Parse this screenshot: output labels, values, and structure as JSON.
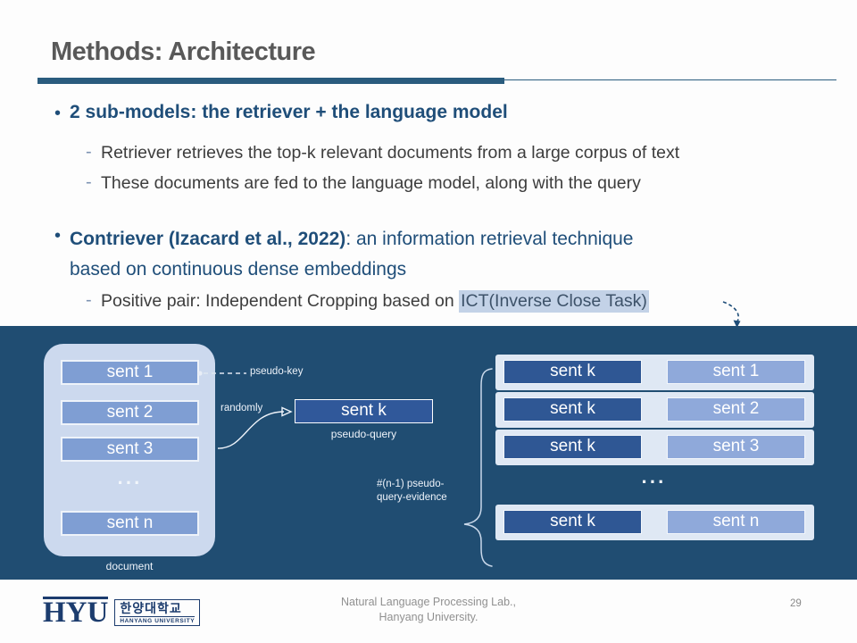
{
  "slide": {
    "title": "Methods: Architecture",
    "page_number": "29",
    "footer_line1": "Natural Language Processing  Lab.,",
    "footer_line2": "Hanyang University.",
    "logo": {
      "acronym": "HYU",
      "korean": "한양대학교",
      "english": "HANYANG UNIVERSITY"
    }
  },
  "bullets": {
    "b1": "2 sub-models: the retriever + the language model",
    "b1_sub1": "Retriever retrieves the top-k relevant documents from a large corpus of text",
    "b1_sub2": "These documents are fed to the language model, along with the query",
    "b2_bold": "Contriever (Izacard et al., 2022)",
    "b2_rest_line1": ": an information retrieval technique",
    "b2_line2": "based on continuous dense embeddings",
    "b3_prefix": "Positive pair: Independent Cropping based on ",
    "b3_highlight": "ICT(Inverse Close Task)",
    "dot": "•",
    "dash": "-"
  },
  "diagram": {
    "document_label": "document",
    "doc_sentences": [
      "sent 1",
      "sent 2",
      "sent 3",
      "sent n"
    ],
    "ellipsis": "···",
    "pseudo_key_label": "pseudo-key",
    "randomly_label": "randomly",
    "pseudo_query_box": "sent k",
    "pseudo_query_label": "pseudo-query",
    "evidence_label_line1": "#(n-1) pseudo-",
    "evidence_label_line2": "query-evidence",
    "pairs": [
      {
        "left": "sent k",
        "right": "sent 1"
      },
      {
        "left": "sent k",
        "right": "sent 2"
      },
      {
        "left": "sent k",
        "right": "sent 3"
      },
      {
        "left": "sent k",
        "right": "sent n"
      }
    ]
  },
  "colors": {
    "panel_bg": "#204d72",
    "accent_bar": "#2a5c7e",
    "title_gray": "#595959",
    "text_blue": "#1f4e79",
    "dark_box": "#2f5794",
    "light_box": "#8fa9da",
    "doc_container": "#ccd9ee",
    "row_container": "#dfe8f4",
    "highlight_bg": "#c3d2e7"
  }
}
